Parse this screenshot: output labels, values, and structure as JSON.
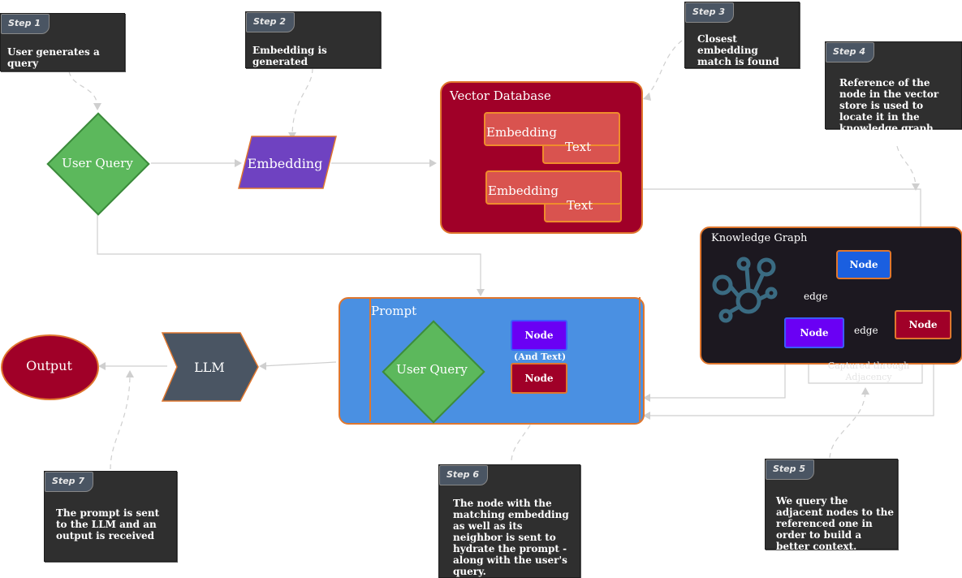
{
  "steps": {
    "s1": {
      "tag": "Step 1",
      "text": "User generates a query"
    },
    "s2": {
      "tag": "Step 2",
      "text": "Embedding is generated"
    },
    "s3": {
      "tag": "Step 3",
      "text": "Closest embedding match is found"
    },
    "s4": {
      "tag": "Step 4",
      "text": "Reference of the node in the vector store is used to locate it in the knowledge graph"
    },
    "s5": {
      "tag": "Step 5",
      "text": "We query the adjacent nodes to the referenced one in order to build a better context."
    },
    "s6": {
      "tag": "Step 6",
      "text": "The node with the matching embedding as well as its neighbor is sent to hydrate the prompt - along with the user's query."
    },
    "s7": {
      "tag": "Step 7",
      "text": "The prompt is sent to the LLM and an output is received"
    }
  },
  "shapes": {
    "user_query": "User Query",
    "embedding": "Embedding",
    "vector_db": {
      "title": "Vector Database",
      "rows": [
        {
          "embedding": "Embedding",
          "text": "Text"
        },
        {
          "embedding": "Embedding",
          "text": "Text"
        }
      ]
    },
    "knowledge_graph": {
      "title": "Knowledge Graph",
      "node_top": "Node",
      "node_left": "Node",
      "node_right": "Node",
      "edge1": "edge",
      "edge2": "edge"
    },
    "captured": "Captured through Adjacency",
    "prompt": {
      "title": "Prompt",
      "user_query": "User Query",
      "node1": "Node",
      "and_text": "(And Text)",
      "node2": "Node"
    },
    "llm": "LLM",
    "output": "Output"
  },
  "colors": {
    "note_bg": "#2f2f2f",
    "green": "#5cb85c",
    "purple": "#6f42c1",
    "crimson": "#a00028",
    "salmon": "#d9534f",
    "blue_prompt": "#4a90e2",
    "graph_bg": "#1c1820",
    "node_blue": "#1a5fe0",
    "node_violet": "#6a00f4",
    "node_red": "#a00028",
    "llm_gray": "#4a5563"
  }
}
